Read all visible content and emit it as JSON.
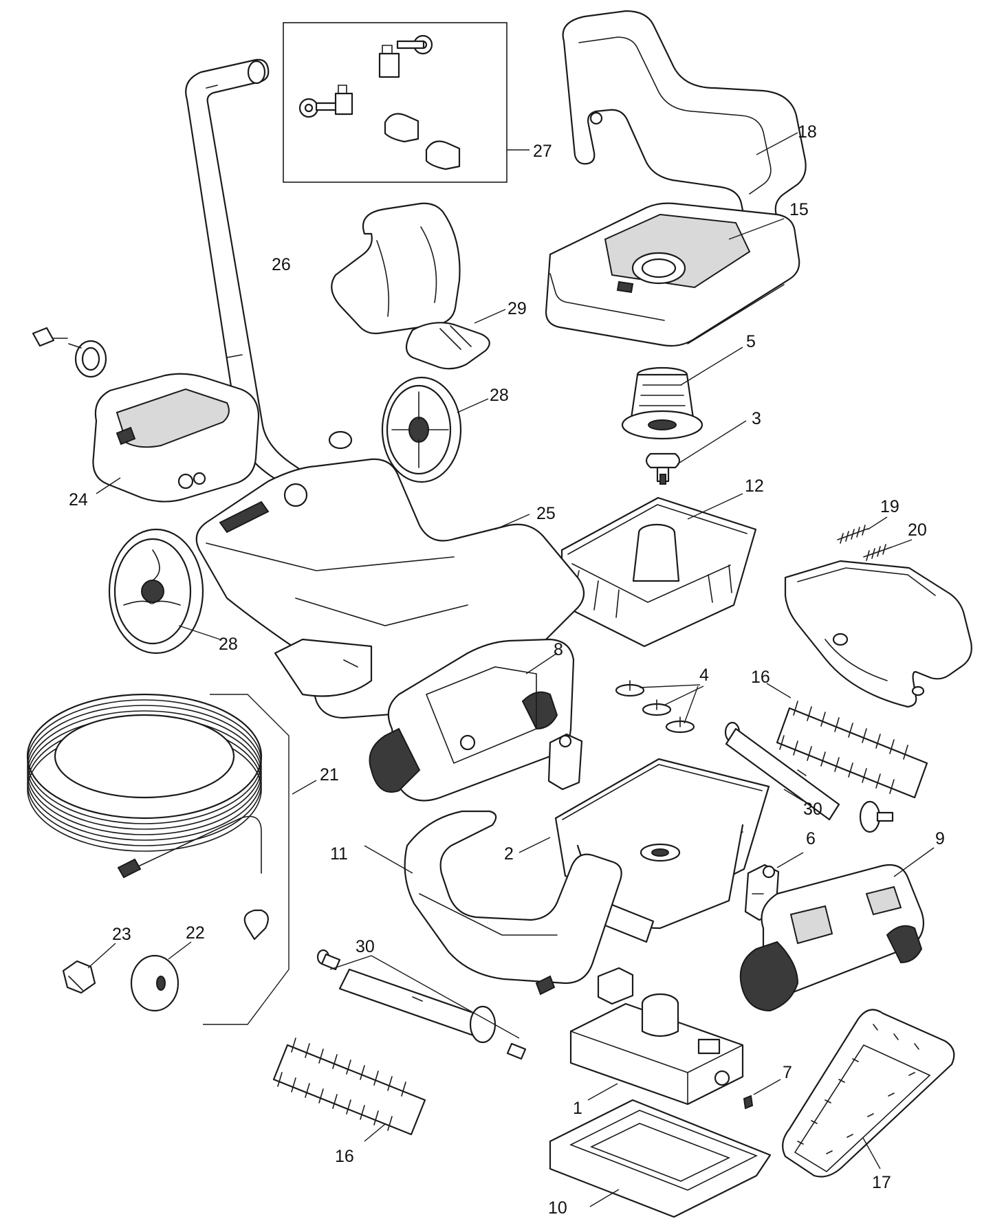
{
  "callouts": {
    "c1": "1",
    "c2": "2",
    "c3": "3",
    "c4": "4",
    "c5": "5",
    "c6": "6",
    "c7": "7",
    "c8": "8",
    "c9": "9",
    "c10": "10",
    "c11": "11",
    "c12": "12",
    "c15": "15",
    "c16a": "16",
    "c16b": "16",
    "c17": "17",
    "c18": "18",
    "c19": "19",
    "c20": "20",
    "c21": "21",
    "c22": "22",
    "c23": "23",
    "c24": "24",
    "c25": "25",
    "c26": "26",
    "c27": "27",
    "c28a": "28",
    "c28b": "28",
    "c29": "29",
    "c30a": "30",
    "c30b": "30"
  },
  "colors": {
    "line": "#1a1a1a",
    "background": "#ffffff",
    "shade": "#d9d9d9"
  }
}
